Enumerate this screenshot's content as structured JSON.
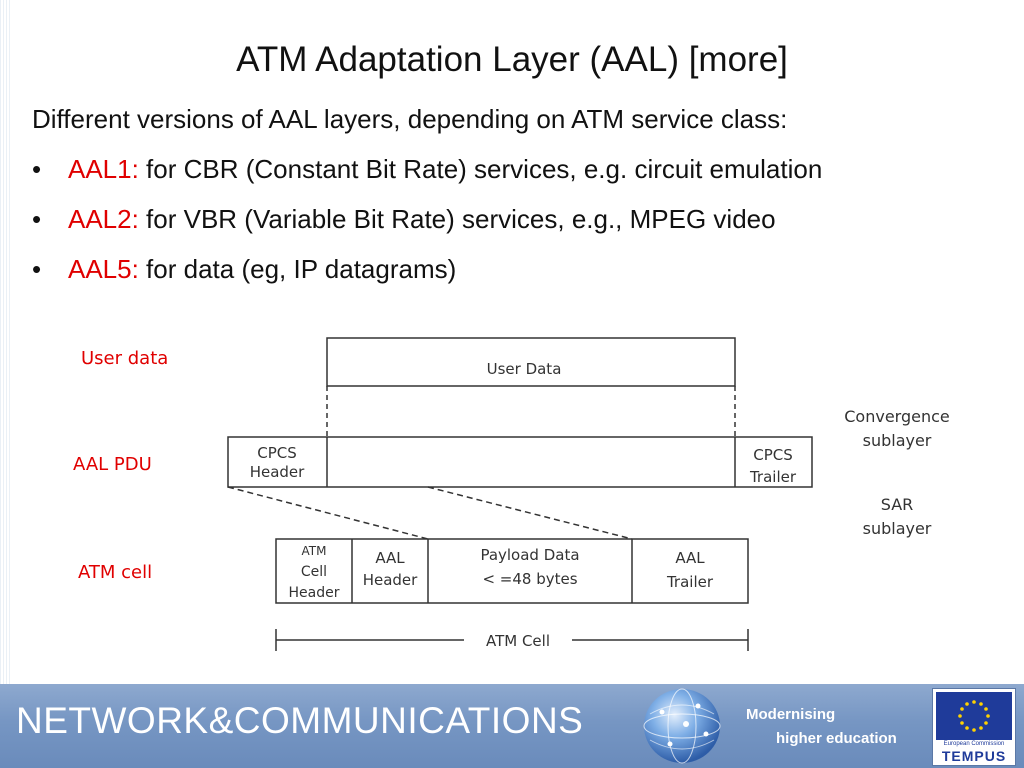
{
  "slide": {
    "title": "ATM Adaptation Layer (AAL) [more]",
    "intro": "Different versions of AAL layers, depending on ATM service class:",
    "bullets": [
      {
        "term": "AAL1:",
        "text": " for CBR (Constant Bit Rate) services, e.g. circuit emulation"
      },
      {
        "term": "AAL2:",
        "text": " for VBR (Variable Bit Rate) services, e.g., MPEG video"
      },
      {
        "term": "AAL5:",
        "text": " for data (eg, IP datagrams)"
      }
    ],
    "bullet_glyph": "•"
  },
  "diagram": {
    "row_labels": {
      "user_data": "User data",
      "aal_pdu": "AAL PDU",
      "atm_cell": "ATM cell"
    },
    "user_data_box": "User Data",
    "cpcs_header": [
      "CPCS",
      "Header"
    ],
    "cpcs_trailer": [
      "CPCS",
      "Trailer"
    ],
    "atm_cell_header": [
      "ATM",
      "Cell",
      "Header"
    ],
    "aal_header": [
      "AAL",
      "Header"
    ],
    "payload": [
      "Payload Data",
      "< =48 bytes"
    ],
    "aal_trailer": [
      "AAL",
      "Trailer"
    ],
    "atm_cell_span": "ATM Cell",
    "convergence": [
      "Convergence",
      "sublayer"
    ],
    "sar": [
      "SAR",
      "sublayer"
    ]
  },
  "footer": {
    "title": "NETWORK&COMMUNICATIONS",
    "tagline_line1": "Modernising",
    "tagline_line2": "higher education",
    "eu_caption": "European Commission",
    "eu_program": "TEMPUS"
  },
  "colors": {
    "term_red": "#e00000",
    "label_red": "#e00000",
    "footer_blue": "#7696c3",
    "eu_blue": "#1f3b9a"
  }
}
